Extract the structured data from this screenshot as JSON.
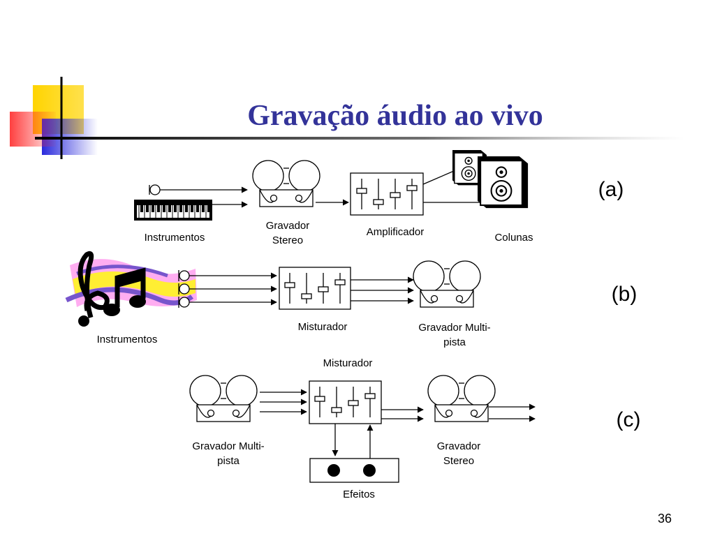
{
  "slide": {
    "title": "Gravação áudio ao vivo",
    "page_number": "36"
  },
  "colors": {
    "title": "#333399",
    "deco_yellow": "#ffd400",
    "deco_red": "#ff3030",
    "deco_blue": "#2a2adc"
  },
  "diagram_a": {
    "tag": "(a)",
    "instruments_label": "Instrumentos",
    "recorder_label": [
      "Gravador",
      "Stereo"
    ],
    "amplifier_label": "Amplificador",
    "speakers_label": "Colunas"
  },
  "diagram_b": {
    "tag": "(b)",
    "instruments_label": "Instrumentos",
    "mixer_label": "Misturador",
    "recorder_label": [
      "Gravador Multi-",
      "pista"
    ]
  },
  "diagram_c": {
    "tag": "(c)",
    "mixer_label": "Misturador",
    "source_label": [
      "Gravador Multi-",
      "pista"
    ],
    "dest_label": [
      "Gravador",
      "Stereo"
    ],
    "effects_label": "Efeitos"
  }
}
